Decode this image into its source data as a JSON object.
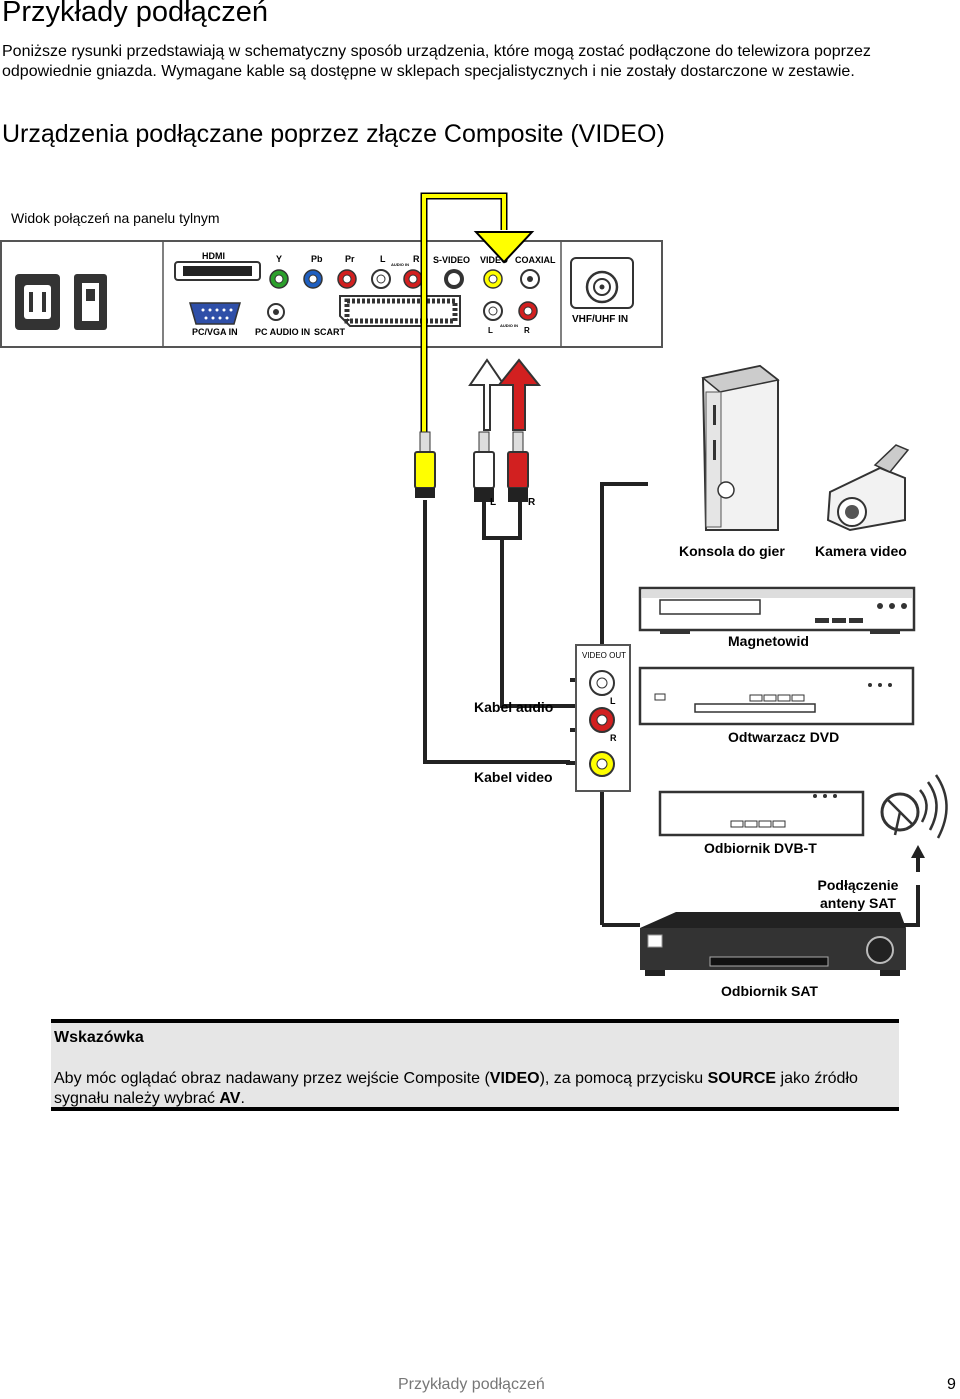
{
  "page": {
    "title": "Przykłady podłączeń",
    "intro": "Poniższe rysunki przedstawiają w schematyczny sposób urządzenia, które mogą zostać podłączone do telewizora poprzez odpowiednie gniazda. Wymagane kable są dostępne w sklepach specjalistycznych i nie zostały dostarczone w zestawie.",
    "section_title": "Urządzenia podłączane poprzez złącze Composite (VIDEO)"
  },
  "diagram": {
    "rear_caption": "Widok połączeń na panelu tylnym",
    "panel_labels": {
      "hdmi": "HDMI",
      "y": "Y",
      "pb": "Pb",
      "pr": "Pr",
      "l": "L",
      "audio_in": "AUDIO IN",
      "r": "R",
      "svideo": "S-VIDEO",
      "video": "VIDEO",
      "coaxial": "COAXIAL",
      "pc_vga_in": "PC/VGA IN",
      "pc_audio_in": "PC AUDIO IN",
      "scart": "SCART",
      "vhf_uhf_in": "VHF/UHF IN"
    },
    "plug_labels": {
      "l": "L",
      "r": "R"
    },
    "jack_labels": {
      "video_out": "VIDEO OUT",
      "l": "L",
      "r": "R"
    },
    "cable_audio": "Kabel audio",
    "cable_video": "Kabel video",
    "devices": {
      "console": "Konsola do gier",
      "camera": "Kamera video",
      "vcr": "Magnetowid",
      "dvd": "Odtwarzacz DVD",
      "dvbt": "Odbiornik DVB-T",
      "sat_antenna": "Podłączenie anteny SAT",
      "sat": "Odbiornik SAT"
    },
    "colors": {
      "video": "#ffff00",
      "audio_l": "#ffffff",
      "audio_r": "#d22020",
      "y": "#2ca02c",
      "pb": "#1f5fc0",
      "pr": "#d22020"
    }
  },
  "tip": {
    "title": "Wskazówka",
    "body_parts": [
      "Aby móc oglądać obraz nadawany przez wejście Composite (",
      "VIDEO",
      "), za pomocą przycisku ",
      "SOURCE",
      " jako źródło sygnału należy wybrać ",
      "AV",
      "."
    ]
  },
  "footer": {
    "section": "Przykłady podłączeń",
    "page_number": "9"
  }
}
